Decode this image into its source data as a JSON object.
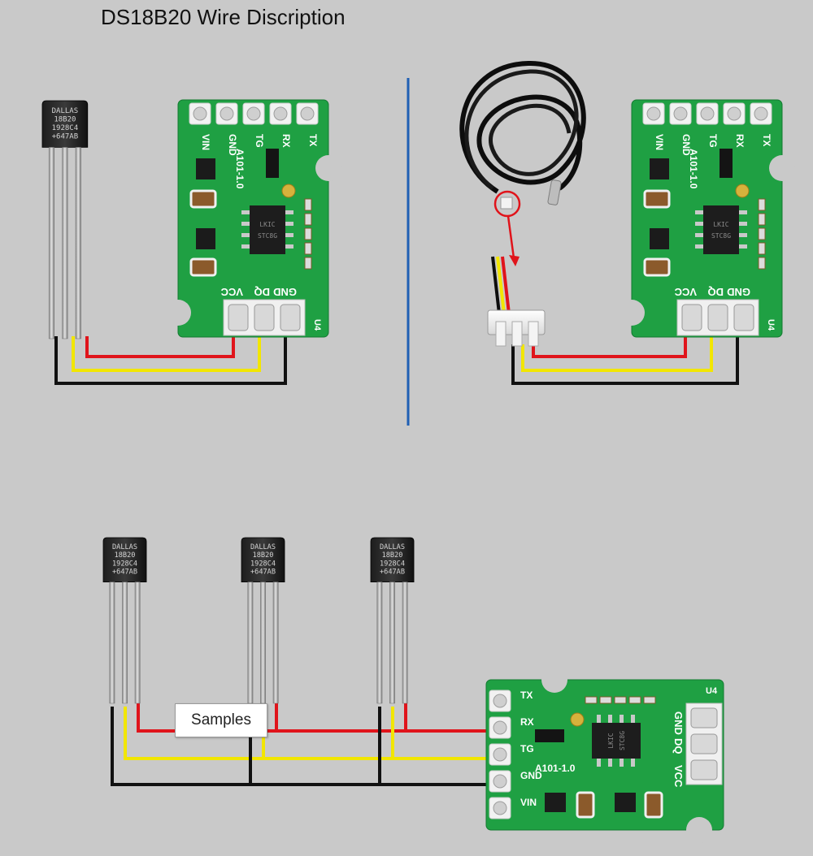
{
  "title": "DS18B20 Wire Discription",
  "samples_label": "Samples",
  "sensor": {
    "marking": [
      "DALLAS",
      "18B20",
      "1928C4",
      "+647AB"
    ]
  },
  "module": {
    "top_pins": [
      "VIN",
      "GND",
      "TG",
      "RX",
      "TX"
    ],
    "bottom_pins": [
      "VCC",
      "DQ",
      "GND"
    ],
    "board_label": "A101-1.0",
    "connector_label": "U4",
    "chip_text": [
      "LKIC",
      "STC8G"
    ]
  },
  "colors": {
    "background": "#c9c9c9",
    "divider": "#1f5fb4",
    "pcb": "#1fa043",
    "wire_red": "#e0141b",
    "wire_yellow": "#f2e600",
    "wire_black": "#111111",
    "highlight": "#e0141b"
  }
}
